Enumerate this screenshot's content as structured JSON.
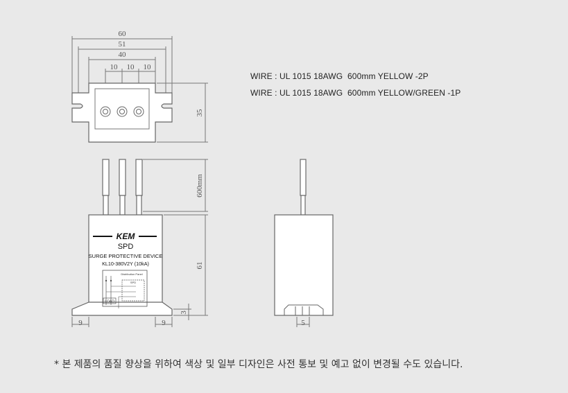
{
  "wires": [
    "WIRE : UL 1015 18AWG  600mm YELLOW -2P",
    "WIRE : UL 1015 18AWG  600mm YELLOW/GREEN -1P"
  ],
  "dimensions": {
    "overall_width": "60",
    "mount_pitch": "51",
    "body_width": "40",
    "terminal_pitch_1": "10",
    "terminal_pitch_2": "10",
    "terminal_pitch_3": "10",
    "top_depth": "35",
    "wire_length": "600mm",
    "body_height": "61",
    "flange_left": "9",
    "flange_right": "9",
    "flange_thickness": "3",
    "side_slot": "5"
  },
  "label": {
    "brand": "KEM",
    "product": "SPD",
    "description": "SURGE PROTECTIVE DEVICE",
    "model": "KL10-380V2Y (10kA)",
    "panel_label": "Distribution Panel",
    "spd_label": "SPD",
    "load_label": "LOAD"
  },
  "notice": "* 본 제품의 품질 향상을 위하여 색상 및 일부 디자인은 사전 통보 및 예고 없이 변경될 수도 있습니다."
}
